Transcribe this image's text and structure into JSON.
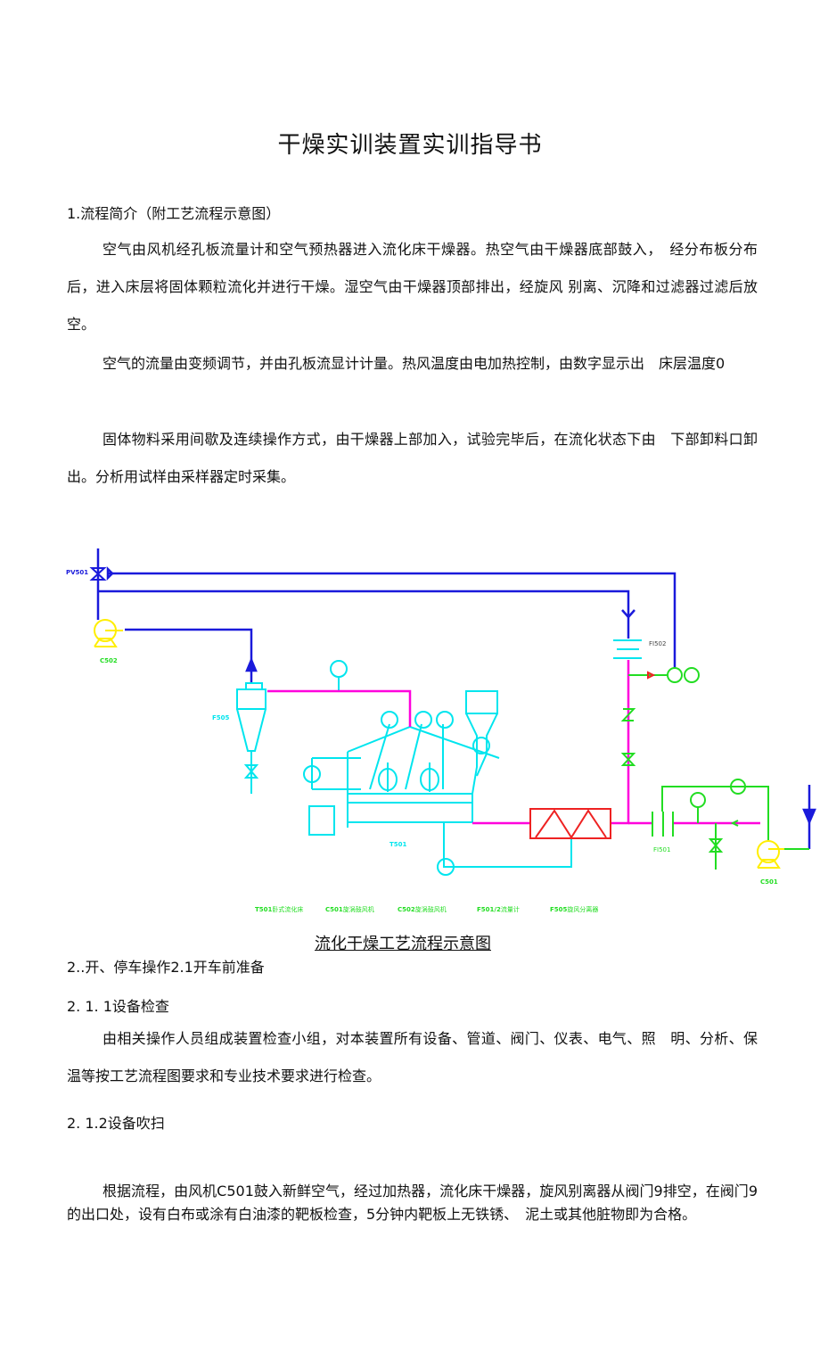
{
  "title": "干燥实训装置实训指导书",
  "section1": {
    "heading": "1.流程简介（附工艺流程示意图）",
    "para1": "空气由风机经孔板流量计和空气预热器进入流化床干燥器。热空气由干燥器底部鼓入，　经分布板分布后，进入床层将固体颗粒流化并进行干燥。湿空气由干燥器顶部排出，经旋风 别离、沉降和过滤器过滤后放空。",
    "para2": "空气的流量由变频调节，并由孔板流显计计量。热风温度由电加热控制，由数字显示出　床层温度0",
    "para3": "固体物料采用间歇及连续操作方式，由干燥器上部加入，试验完毕后，在流化状态下由　下部卸料口卸出。分析用试样由采样器定时采集。"
  },
  "diagram": {
    "labels": {
      "pv501": "PV501",
      "c502": "C502",
      "f505": "F505",
      "t501": "T501",
      "fi502": "FI502",
      "fi501": "FI501",
      "c501": "C501"
    },
    "legend": [
      {
        "code": "T501",
        "desc": "卧式流化床"
      },
      {
        "code": "C501",
        "desc": "旋涡鼓风机"
      },
      {
        "code": "C502",
        "desc": "旋涡鼓风机"
      },
      {
        "code": "F501/2",
        "desc": "流量计"
      },
      {
        "code": "F505",
        "desc": "旋风分离器"
      }
    ],
    "caption": "流化干燥工艺流程示意图",
    "colors": {
      "air": "#1a1adb",
      "equipment": "#00e5ee",
      "hot": "#ff00dd",
      "instr": "#22dd22",
      "heater": "#ee2222",
      "fan": "#ffee00"
    }
  },
  "section2": {
    "heading": "2..开、停车操作2.1开车前准备",
    "h211": "2. 1. 1设备检查",
    "para211": "由相关操作人员组成装置检查小组，对本装置所有设备、管道、阀门、仪表、电气、照　明、分析、保温等按工艺流程图要求和专业技术要求进行检查。",
    "h212": "2. 1.2设备吹扫",
    "para212": "根据流程，由风机C501鼓入新鲜空气，经过加热器，流化床干燥器，旋风别离器从阀门9排空，在阀门9的出口处，设有白布或涂有白油漆的靶板检查，5分钟内靶板上无铁锈、　泥土或其他脏物即为合格。"
  }
}
